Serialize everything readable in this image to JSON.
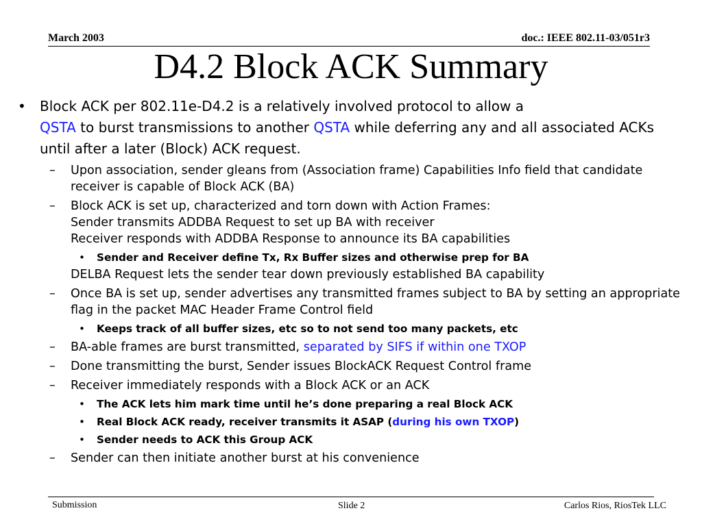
{
  "header": {
    "date": "March 2003",
    "doc_id": "doc.: IEEE 802.11-03/051r3"
  },
  "title": "D4.2 Block ACK Summary",
  "body": {
    "p1": {
      "a": "Block ACK per 802.11e-D4.2 is a relatively involved protocol to allow a",
      "qsta1": "QSTA",
      "b": " to burst transmissions to another ",
      "qsta2": "QSTA",
      "c": " while deferring any and all associated ACKs until after a later (Block) ACK request."
    },
    "s1": "Upon association, sender gleans from (Association frame) Capabilities Info field that candidate receiver is capable of Block ACK (BA)",
    "s2": {
      "l1": "Block ACK is set up, characterized and torn down with Action Frames:",
      "l2": "Sender transmits ADDBA Request to set up BA with receiver",
      "l3": "Receiver responds with ADDBA Response to announce its BA capabilities"
    },
    "b1": "Sender and Receiver define Tx, Rx Buffer sizes and otherwise prep for BA",
    "delba": "DELBA Request lets the sender tear down previously established BA capability",
    "s3": "Once BA is set up, sender advertises any transmitted frames subject to BA by setting an appropriate flag in the packet MAC Header Frame Control field",
    "b2": "Keeps track of all buffer sizes, etc so to not send too many packets, etc",
    "s4": {
      "a": "BA-able frames are burst transmitted, ",
      "b": "separated by SIFS if within one TXOP"
    },
    "s5": "Done transmitting the burst, Sender issues BlockACK Request Control frame",
    "s6": "Receiver immediately responds with a Block ACK or an ACK",
    "b3": "The ACK lets him mark time until he’s done preparing a real Block ACK",
    "b4": {
      "a": "Real Block ACK ready, receiver transmits it ASAP (",
      "b": "during his own TXOP",
      "c": ")"
    },
    "b5": "Sender needs to ACK this Group ACK",
    "s7": "Sender can then initiate another burst at his convenience"
  },
  "markers": {
    "bullet": "•",
    "dash": "–"
  },
  "footer": {
    "left": "Submission",
    "center": "Slide 2",
    "right": "Carlos Rios, RiosTek LLC"
  },
  "colors": {
    "link_blue": "#1a1aff"
  }
}
